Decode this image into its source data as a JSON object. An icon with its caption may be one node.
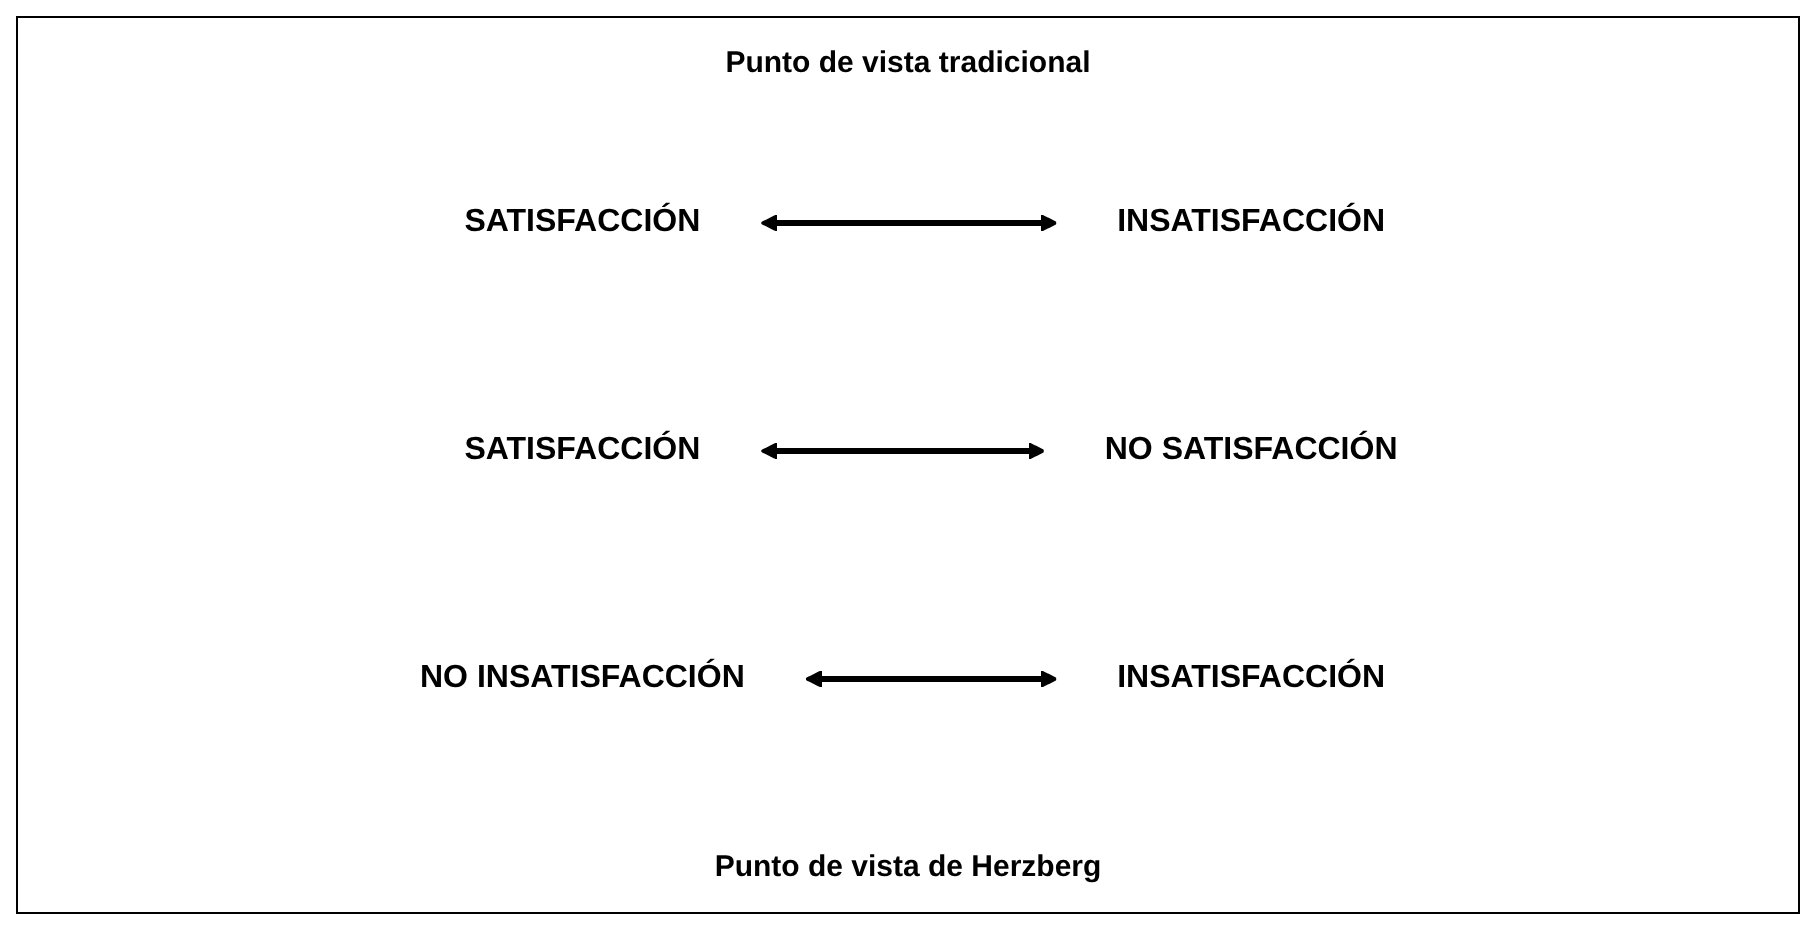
{
  "diagram": {
    "nodes": [
      {
        "text": [
          "SATISFACCIÓN"
        ]
      },
      {
        "text": [
          "INSATISFACCIÓN"
        ]
      },
      {
        "text": [
          "SATISFACCIÓN"
        ]
      },
      {
        "text": [
          "NO SATISFACCIÓN"
        ]
      },
      {
        "text": [
          "NO INSATISFACCIÓN"
        ]
      },
      {
        "text": [
          "INSATISFACCIÓN"
        ]
      }
    ],
    "edges": [
      {
        "from": 0,
        "to": 1,
        "arrow": "both"
      },
      {
        "from": 2,
        "to": 3,
        "arrow": "both"
      },
      {
        "from": 4,
        "to": 5,
        "arrow": "both"
      }
    ],
    "labels": [
      "Punto de vista tradicional",
      "Punto de vista de Herzberg"
    ]
  }
}
